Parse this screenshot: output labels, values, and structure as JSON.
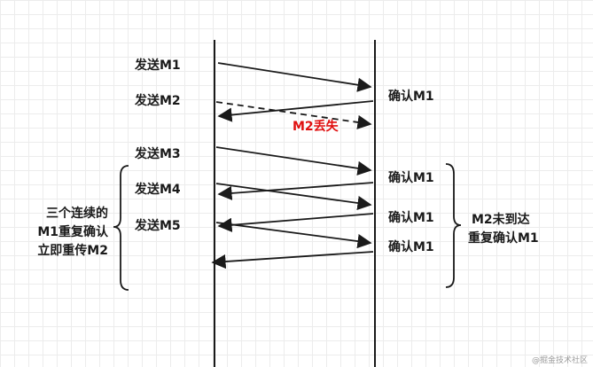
{
  "sender_labels": {
    "m1": "发送M1",
    "m2": "发送M2",
    "m3": "发送M3",
    "m4": "发送M4",
    "m5": "发送M5"
  },
  "ack_labels": {
    "ack1": "确认M1",
    "ack2": "确认M1",
    "ack3": "确认M1",
    "ack4": "确认M1"
  },
  "loss_label": "M2丢失",
  "left_note": [
    "三个连续的",
    "M1重复确认",
    "立即重传M2"
  ],
  "right_note": [
    "M2未到达",
    "重复确认M1"
  ],
  "watermark": "@掘金技术社区",
  "colors": {
    "loss": "#e01010",
    "line": "#1a1a1a"
  }
}
